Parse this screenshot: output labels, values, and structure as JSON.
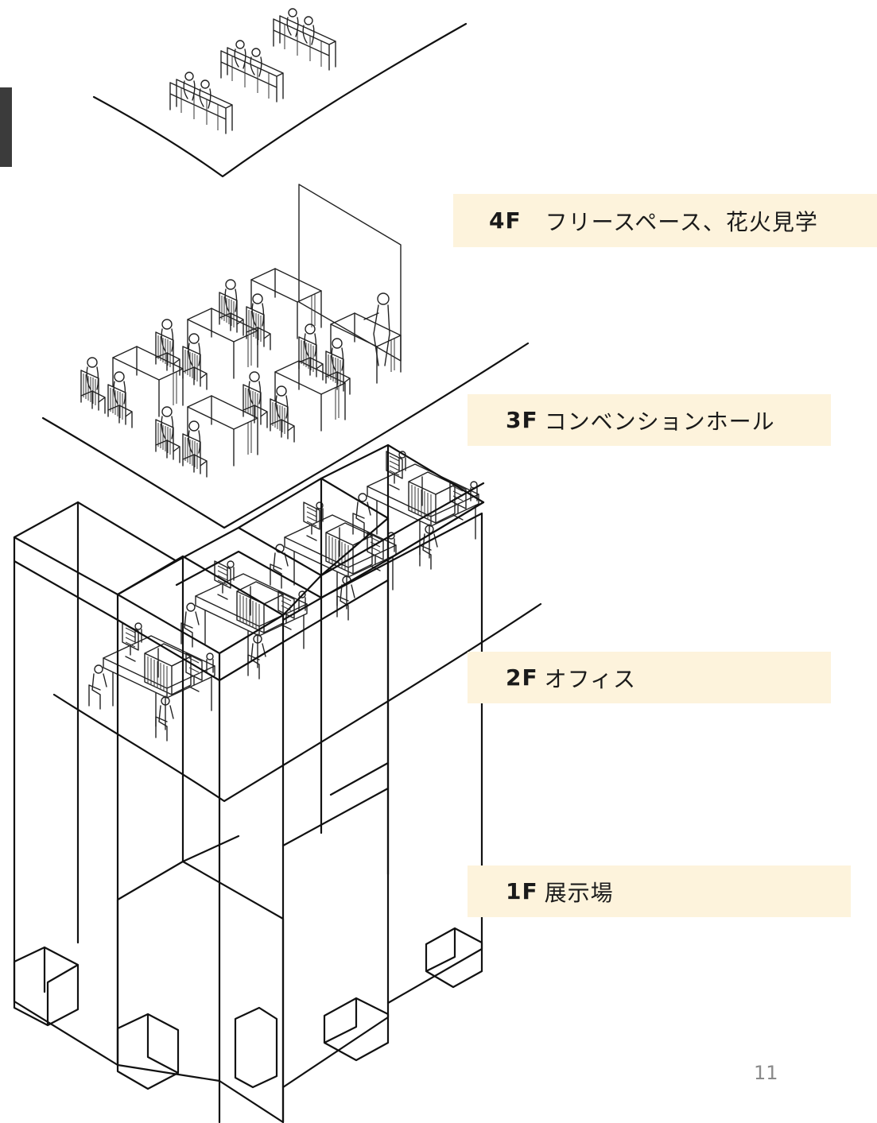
{
  "floors": [
    {
      "number": "4F",
      "name": "フリースペース、花火見学"
    },
    {
      "number": "3F",
      "name": "コンベンションホール"
    },
    {
      "number": "2F",
      "name": "オフィス"
    },
    {
      "number": "1F",
      "name": "展示場"
    }
  ],
  "page_number": "11",
  "colors": {
    "label_background": "#fdf3dc",
    "line": "#111111",
    "side_tab": "#3b3b3b"
  }
}
